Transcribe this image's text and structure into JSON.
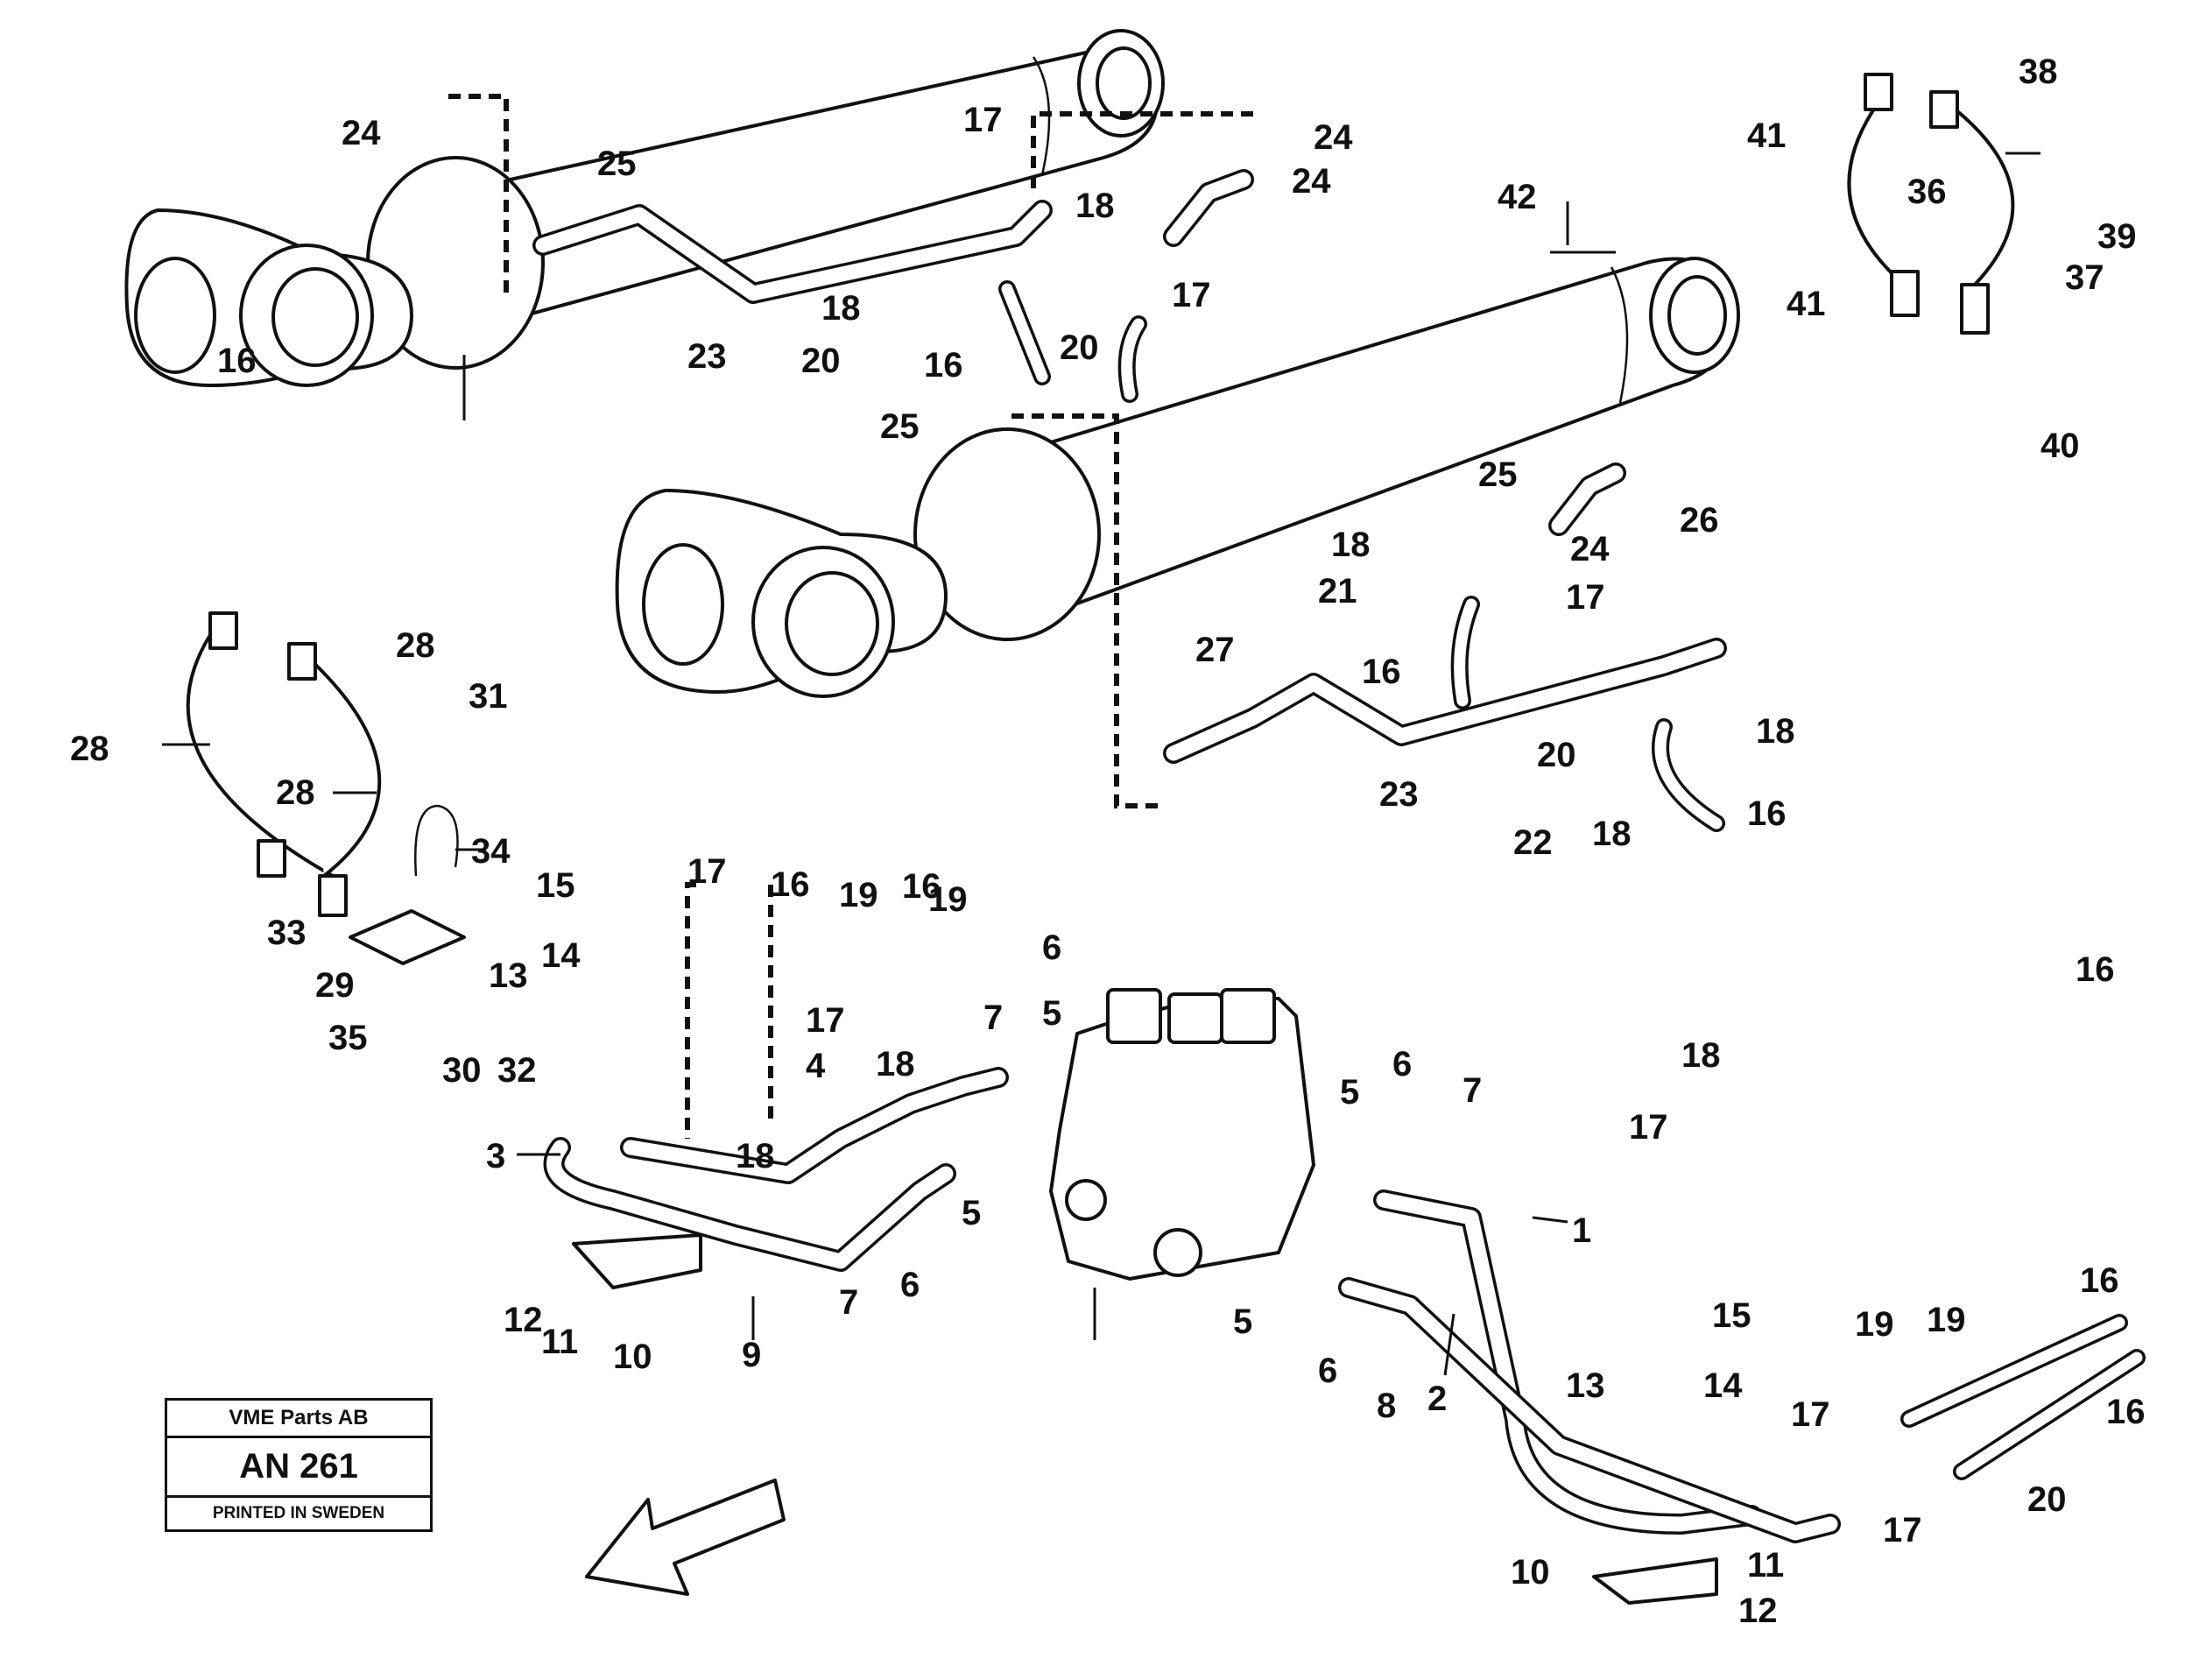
{
  "stamp": {
    "company": "VME Parts AB",
    "code": "AN 261",
    "footer": "PRINTED IN SWEDEN"
  },
  "callouts": [
    {
      "n": "1"
    },
    {
      "n": "2"
    },
    {
      "n": "3"
    },
    {
      "n": "4"
    },
    {
      "n": "5"
    },
    {
      "n": "5"
    },
    {
      "n": "5"
    },
    {
      "n": "5"
    },
    {
      "n": "6"
    },
    {
      "n": "6"
    },
    {
      "n": "6"
    },
    {
      "n": "6"
    },
    {
      "n": "7"
    },
    {
      "n": "7"
    },
    {
      "n": "7"
    },
    {
      "n": "8"
    },
    {
      "n": "9"
    },
    {
      "n": "10"
    },
    {
      "n": "10"
    },
    {
      "n": "11"
    },
    {
      "n": "11"
    },
    {
      "n": "12"
    },
    {
      "n": "12"
    },
    {
      "n": "13"
    },
    {
      "n": "13"
    },
    {
      "n": "14"
    },
    {
      "n": "14"
    },
    {
      "n": "15"
    },
    {
      "n": "15"
    },
    {
      "n": "16"
    },
    {
      "n": "16"
    },
    {
      "n": "16"
    },
    {
      "n": "16"
    },
    {
      "n": "16"
    },
    {
      "n": "16"
    },
    {
      "n": "16"
    },
    {
      "n": "16"
    },
    {
      "n": "16"
    },
    {
      "n": "17"
    },
    {
      "n": "17"
    },
    {
      "n": "17"
    },
    {
      "n": "17"
    },
    {
      "n": "17"
    },
    {
      "n": "17"
    },
    {
      "n": "17"
    },
    {
      "n": "17"
    },
    {
      "n": "18"
    },
    {
      "n": "18"
    },
    {
      "n": "18"
    },
    {
      "n": "18"
    },
    {
      "n": "18"
    },
    {
      "n": "18"
    },
    {
      "n": "18"
    },
    {
      "n": "18"
    },
    {
      "n": "19"
    },
    {
      "n": "19"
    },
    {
      "n": "19"
    },
    {
      "n": "19"
    },
    {
      "n": "20"
    },
    {
      "n": "20"
    },
    {
      "n": "20"
    },
    {
      "n": "20"
    },
    {
      "n": "21"
    },
    {
      "n": "22"
    },
    {
      "n": "23"
    },
    {
      "n": "23"
    },
    {
      "n": "24"
    },
    {
      "n": "24"
    },
    {
      "n": "24"
    },
    {
      "n": "24"
    },
    {
      "n": "25"
    },
    {
      "n": "25"
    },
    {
      "n": "25"
    },
    {
      "n": "26"
    },
    {
      "n": "27"
    },
    {
      "n": "28"
    },
    {
      "n": "28"
    },
    {
      "n": "28"
    },
    {
      "n": "29"
    },
    {
      "n": "30"
    },
    {
      "n": "31"
    },
    {
      "n": "32"
    },
    {
      "n": "33"
    },
    {
      "n": "34"
    },
    {
      "n": "35"
    },
    {
      "n": "36"
    },
    {
      "n": "37"
    },
    {
      "n": "38"
    },
    {
      "n": "39"
    },
    {
      "n": "40"
    },
    {
      "n": "41"
    },
    {
      "n": "41"
    },
    {
      "n": "42"
    }
  ]
}
